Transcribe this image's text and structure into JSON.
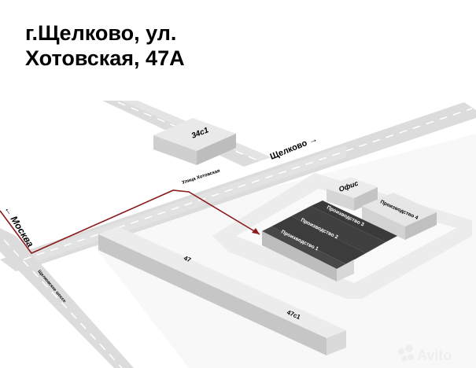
{
  "address": {
    "line1": "г.Щелково, ул.",
    "line2": "Хотовская, 47А"
  },
  "map": {
    "roads": {
      "street": "Улица Хотовская",
      "highway": "Щелковское шоссе",
      "direction_shchelkovo": "Щелково →",
      "direction_moskva": "← Москва"
    },
    "buildings": {
      "b34c1": "34с1",
      "office": "Офис",
      "prod1": "Производство 1",
      "prod2": "Производство 2",
      "prod3": "Производство 3",
      "prod4": "Производство 4",
      "b47": "47",
      "b47c1": "47с1"
    },
    "route_color": "#8b1a1a",
    "dark_roof_color": "#3c3c3c"
  },
  "watermark": "Avito"
}
